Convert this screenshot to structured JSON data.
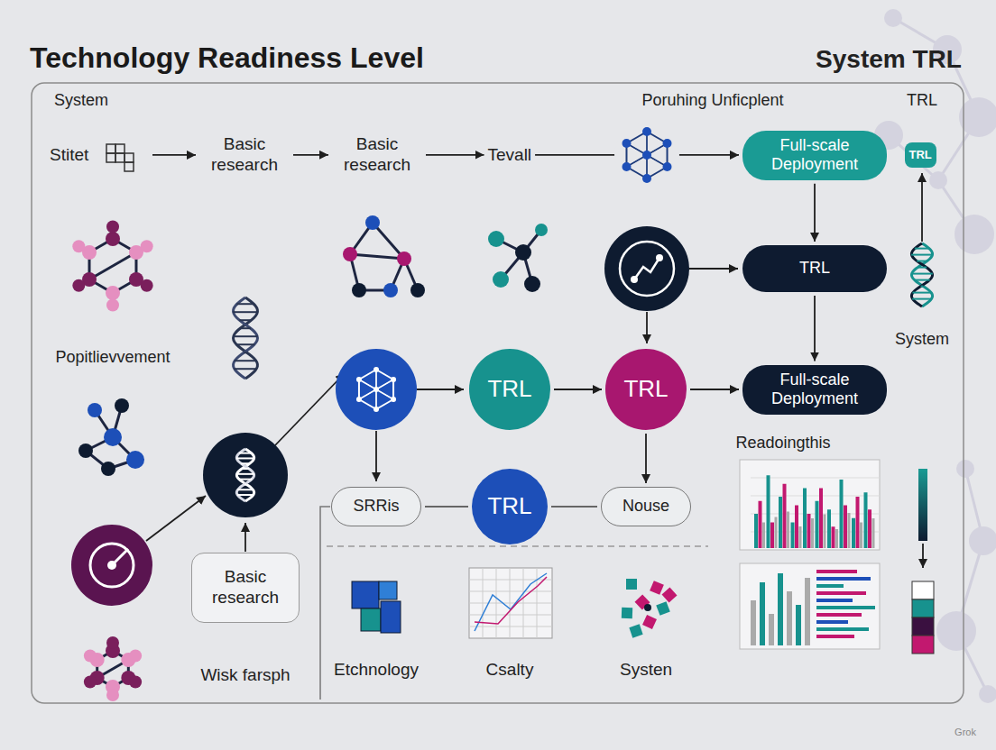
{
  "diagram": {
    "title": "Technology Readiness Level",
    "nodes": [
      {
        "text": [
          "Stitet"
        ]
      },
      {
        "text": [
          "Basic research"
        ]
      },
      {
        "text": [
          "Basic research"
        ]
      },
      {
        "text": [
          "Tevall"
        ]
      },
      {
        "text": [
          "Full-scale Deployment"
        ]
      },
      {
        "text": [
          "TRL"
        ]
      },
      {
        "text": [
          "TRL"
        ]
      },
      {
        "text": [
          "TRL"
        ]
      },
      {
        "text": [
          "TRL"
        ]
      },
      {
        "text": [
          "Full-scale Deployment"
        ]
      },
      {
        "text": [
          "SRRis"
        ]
      },
      {
        "text": [
          "TRL"
        ]
      },
      {
        "text": [
          "Nouse"
        ]
      },
      {
        "text": [
          "Basic research"
        ]
      }
    ],
    "edges": [
      {
        "from": 0,
        "to": 1,
        "arrow": "to"
      },
      {
        "from": 1,
        "to": 2,
        "arrow": "to"
      },
      {
        "from": 2,
        "to": 3,
        "arrow": "to"
      },
      {
        "from": 3,
        "to": 4,
        "arrow": "to"
      },
      {
        "from": 4,
        "to": 6,
        "arrow": "to"
      },
      {
        "from": 6,
        "to": 9,
        "arrow": "to"
      },
      {
        "from": 7,
        "to": 8,
        "arrow": "to"
      },
      {
        "from": 8,
        "to": 9,
        "arrow": "to"
      },
      {
        "from": 8,
        "to": 12,
        "arrow": "to"
      },
      {
        "from": 10,
        "to": 11,
        "arrow": "none"
      },
      {
        "from": 11,
        "to": 12,
        "arrow": "none"
      }
    ],
    "labels": [
      "System TRL",
      "System",
      "Poruhing Unficplent",
      "TRL",
      "Popitlievvement",
      "Wisk farsph",
      "Etchnology",
      "Csalty",
      "Systen",
      "Readoingthis",
      "System",
      "Grok"
    ]
  }
}
